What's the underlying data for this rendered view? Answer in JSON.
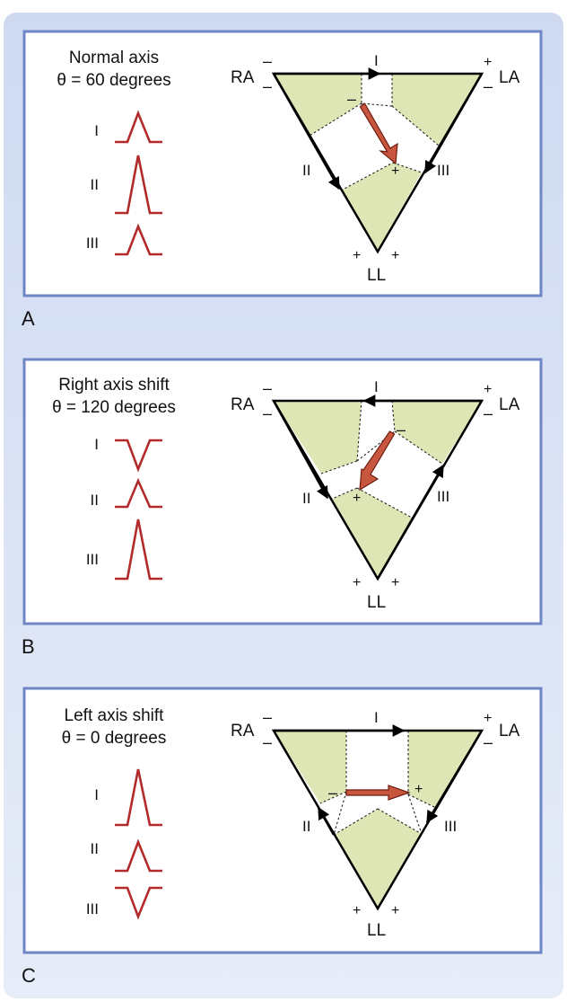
{
  "colors": {
    "background_top": "#cfdaf1",
    "background_bottom": "#e6ecf8",
    "panel_border": "#6f86c6",
    "triangle_fill": "#dde6b4",
    "waveform": "#b22a2a",
    "vector_fill": "#c8563f",
    "vector_stroke": "#6e1f12"
  },
  "panels": [
    {
      "letter": "A",
      "title": "Normal axis",
      "angle": "θ = 60 degrees",
      "leads": [
        {
          "label": "I",
          "deflection": 1
        },
        {
          "label": "II",
          "deflection": 2
        },
        {
          "label": "III",
          "deflection": 1
        }
      ],
      "lead_arrows": {
        "I": "right",
        "II": "down-right",
        "III": "down-left"
      }
    },
    {
      "letter": "B",
      "title": "Right axis shift",
      "angle": "θ = 120 degrees",
      "leads": [
        {
          "label": "I",
          "deflection": -1
        },
        {
          "label": "II",
          "deflection": 1
        },
        {
          "label": "III",
          "deflection": 2
        }
      ],
      "lead_arrows": {
        "I": "left",
        "II": "down-right",
        "III": "up-right"
      }
    },
    {
      "letter": "C",
      "title": "Left axis shift",
      "angle": "θ = 0 degrees",
      "leads": [
        {
          "label": "I",
          "deflection": 2
        },
        {
          "label": "II",
          "deflection": 1
        },
        {
          "label": "III",
          "deflection": -1
        }
      ],
      "lead_arrows": {
        "I": "right",
        "II": "up-left",
        "III": "down-left"
      }
    }
  ],
  "labels": {
    "ra": "RA",
    "la": "LA",
    "ll": "LL",
    "lead_i": "I",
    "lead_ii": "II",
    "lead_iii": "III",
    "plus": "+",
    "minus": "–"
  }
}
